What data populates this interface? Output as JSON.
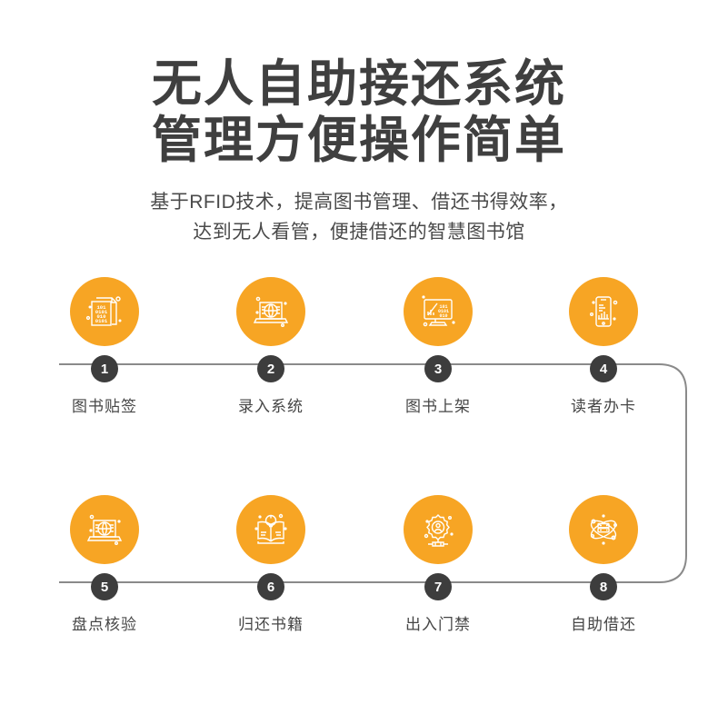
{
  "header": {
    "title_line1": "无人自助接还系统",
    "title_line2": "管理方便操作简单",
    "subtitle_line1": "基于RFID技术，提高图书管理、借还书得效率，",
    "subtitle_line2": "达到无人看管，便捷借还的智慧图书馆"
  },
  "theme": {
    "accent": "#f7a524",
    "badge_bg": "#3d3d3d",
    "line": "#8a8a8a",
    "title_color": "#3f3f3f",
    "label_color": "#464646"
  },
  "flow": {
    "rows": [
      {
        "steps": [
          {
            "number": "1",
            "label": "图书贴签",
            "icon": "documents-binary-icon"
          },
          {
            "number": "2",
            "label": "录入系统",
            "icon": "laptop-globe-icon"
          },
          {
            "number": "3",
            "label": "图书上架",
            "icon": "monitor-chart-icon"
          },
          {
            "number": "4",
            "label": "读者办卡",
            "icon": "phone-chart-icon"
          }
        ]
      },
      {
        "steps": [
          {
            "number": "5",
            "label": "盘点核验",
            "icon": "laptop-globe-icon"
          },
          {
            "number": "6",
            "label": "归还书籍",
            "icon": "book-bulb-icon"
          },
          {
            "number": "7",
            "label": "出入门禁",
            "icon": "gear-person-icon"
          },
          {
            "number": "8",
            "label": "自助借还",
            "icon": "atom-server-icon"
          }
        ]
      }
    ]
  }
}
